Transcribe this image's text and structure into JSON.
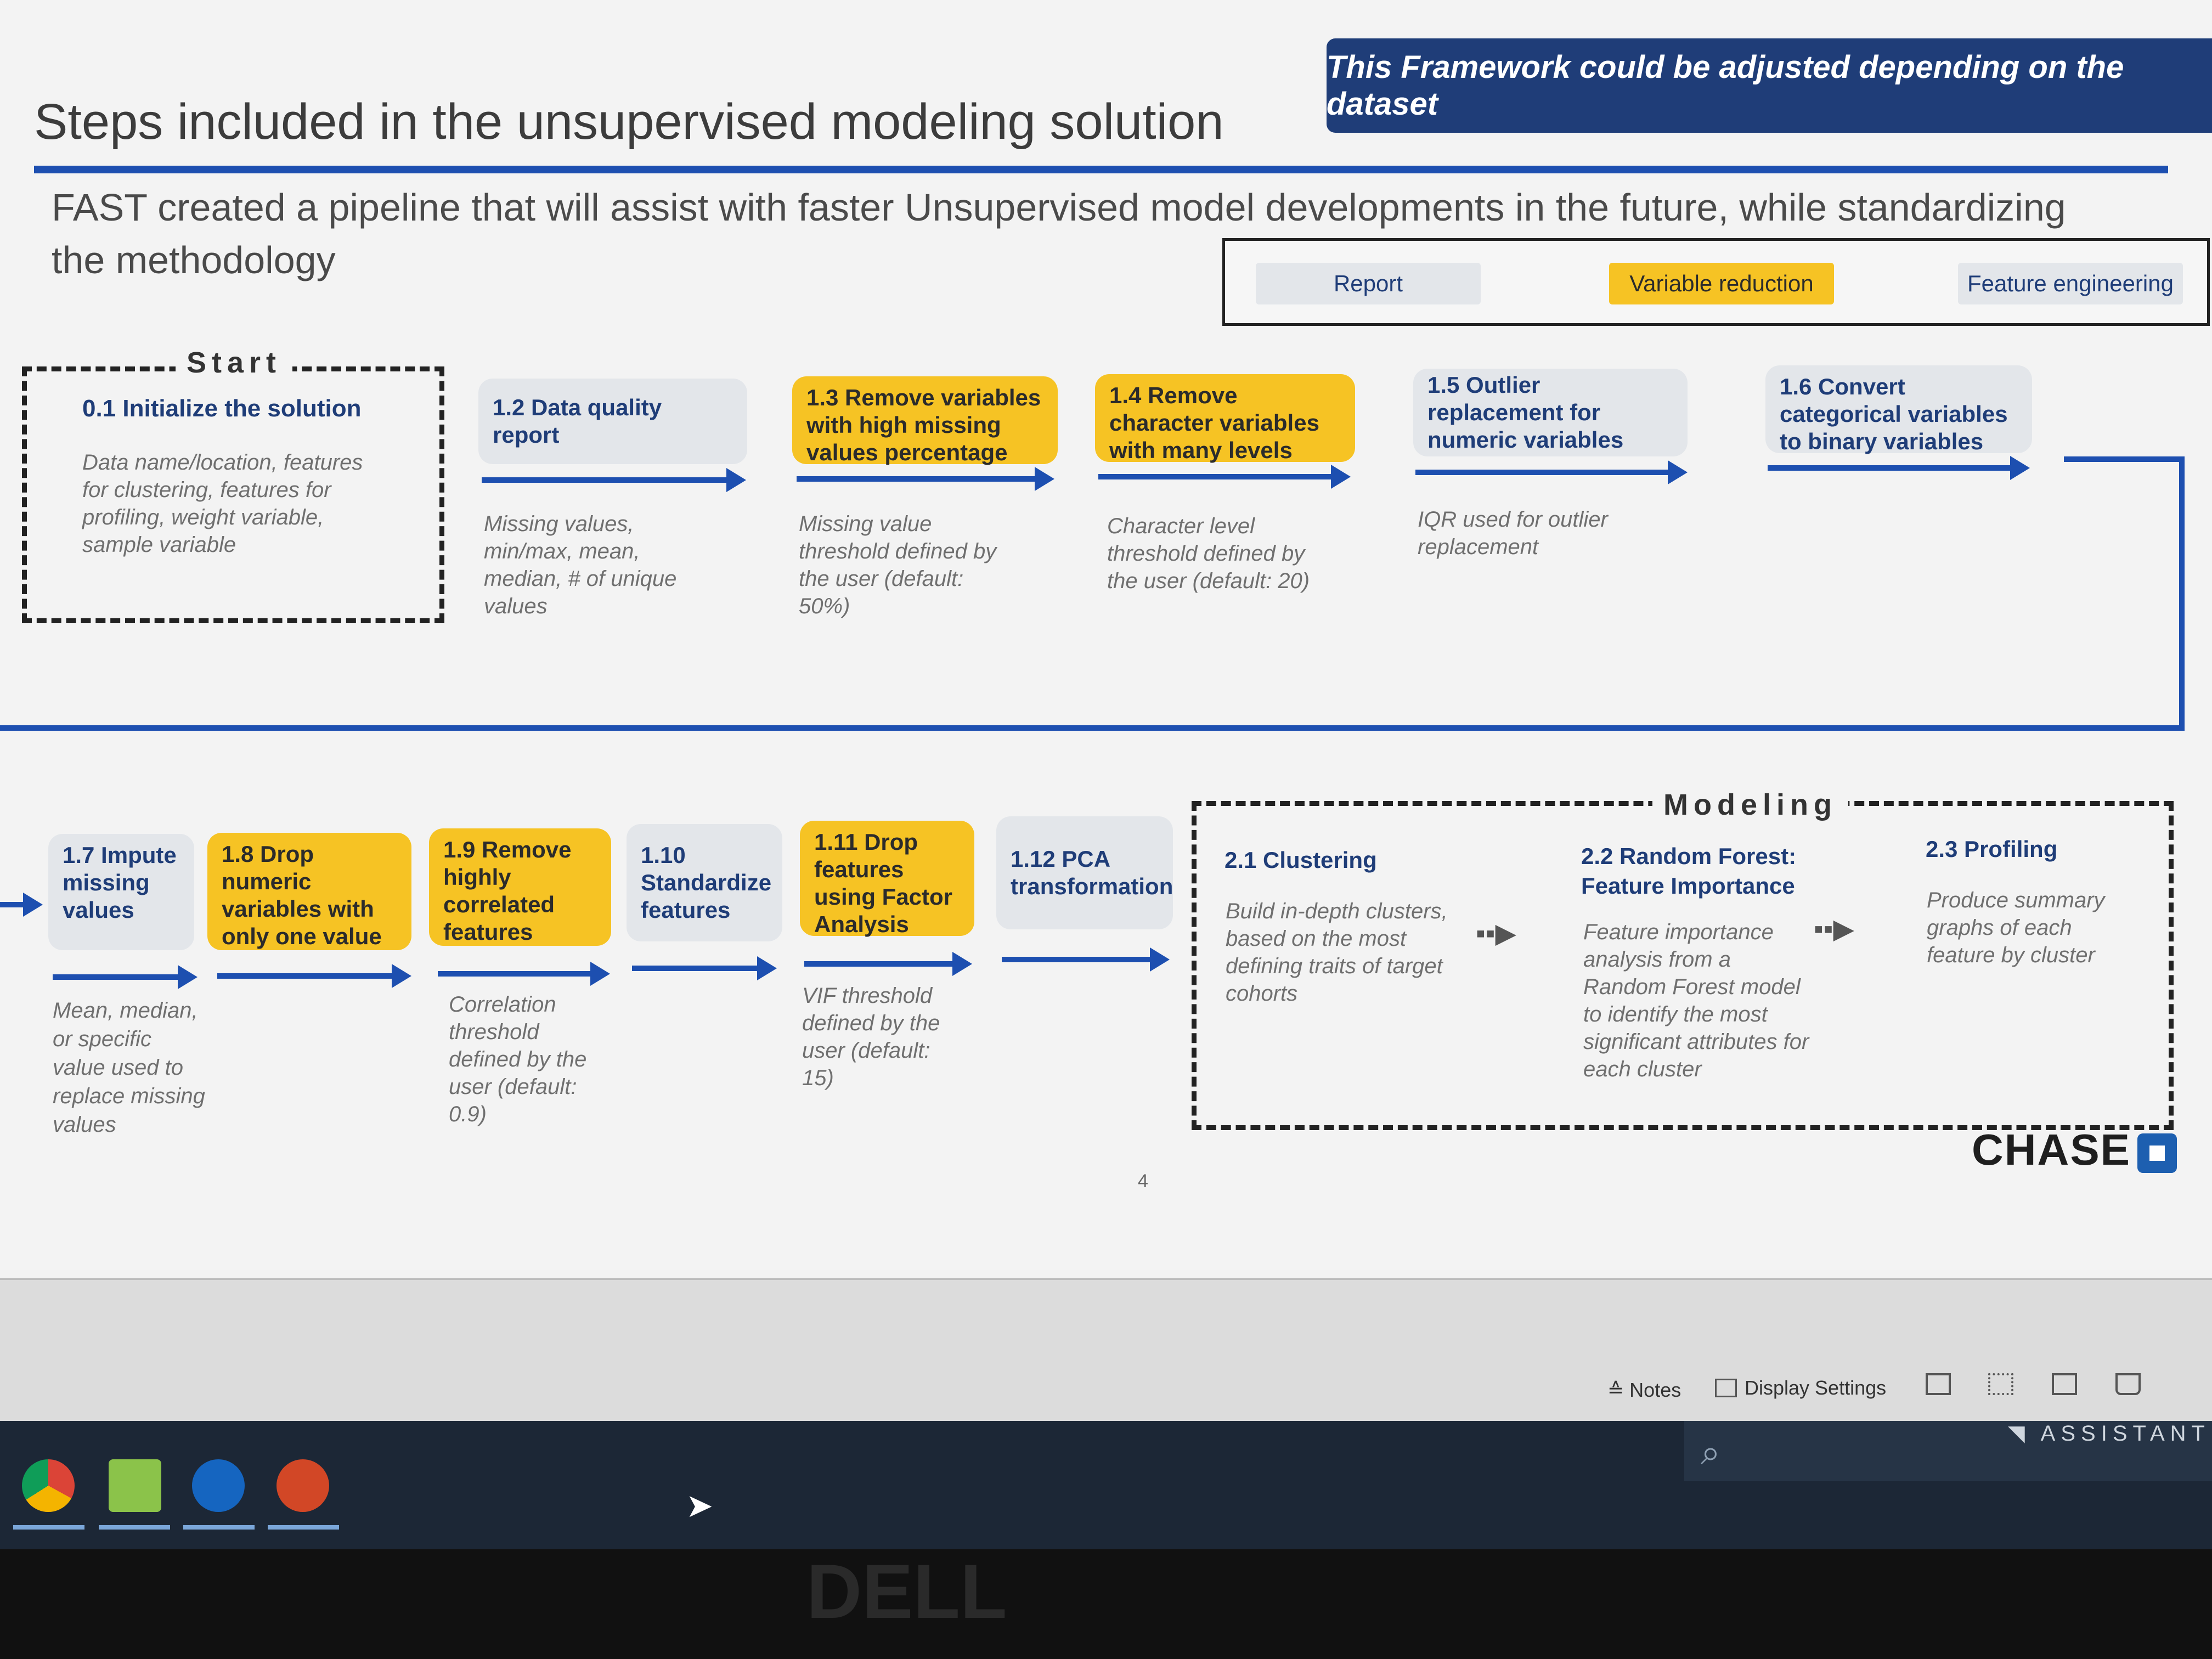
{
  "slide": {
    "title": "Steps included in the unsupervised modeling solution",
    "banner": "This Framework could be adjusted depending on the dataset",
    "subtitle": "FAST created a pipeline that will assist with faster Unsupervised model developments in the future, while standardizing the methodology",
    "legend": {
      "report": "Report",
      "variable_reduction": "Variable reduction",
      "feature_engineering": "Feature engineering"
    },
    "start_label": "Start",
    "modeling_label": "Modeling",
    "steps": {
      "s01": {
        "title": "0.1 Initialize the solution",
        "desc": "Data name/location, features for clustering, features for profiling, weight variable, sample variable"
      },
      "s12": {
        "title": "1.2 Data quality report",
        "desc": "Missing values, min/max, mean, median, # of unique values"
      },
      "s13": {
        "title": "1.3 Remove variables with high missing values percentage",
        "desc": "Missing value threshold defined by the user (default: 50%)"
      },
      "s14": {
        "title": "1.4 Remove character variables with many levels",
        "desc": "Character level threshold defined by the user (default: 20)"
      },
      "s15": {
        "title": "1.5 Outlier replacement for numeric variables",
        "desc": "IQR used for outlier replacement"
      },
      "s16": {
        "title": "1.6 Convert categorical variables to binary variables",
        "desc": ""
      },
      "s17": {
        "title": "1.7 Impute missing values",
        "desc": "Mean, median, or specific value used to replace missing values"
      },
      "s18": {
        "title": "1.8 Drop numeric variables with only one value",
        "desc": ""
      },
      "s19": {
        "title": "1.9 Remove highly correlated features",
        "desc": "Correlation threshold defined by the user (default: 0.9)"
      },
      "s110": {
        "title": "1.10 Standardize features",
        "desc": ""
      },
      "s111": {
        "title": "1.11 Drop features using Factor Analysis",
        "desc": "VIF threshold defined by the user (default: 15)"
      },
      "s112": {
        "title": "1.12 PCA transformation",
        "desc": ""
      },
      "s21": {
        "title": "2.1 Clustering",
        "desc": "Build in-depth clusters, based on the most defining traits of target cohorts"
      },
      "s22": {
        "title": "2.2 Random Forest: Feature Importance",
        "desc": "Feature importance analysis from a Random Forest model to identify the most significant attributes for each cluster"
      },
      "s23": {
        "title": "2.3 Profiling",
        "desc": "Produce summary graphs of each feature by cluster"
      }
    },
    "brand": "CHASE",
    "page_number": "4"
  },
  "statusbar": {
    "notes": "Notes",
    "display_settings": "Display Settings"
  },
  "taskbar": {
    "assistant": "ASSISTANT",
    "apps": [
      "chrome-icon",
      "notepad-icon",
      "maps-icon",
      "powerpoint-icon"
    ]
  },
  "monitor_brand": "DELL",
  "colors": {
    "accent_blue": "#1d4fb0",
    "navy": "#1f3d78",
    "highlight_yellow": "#f6c324",
    "grey_box": "#e3e6ea"
  }
}
